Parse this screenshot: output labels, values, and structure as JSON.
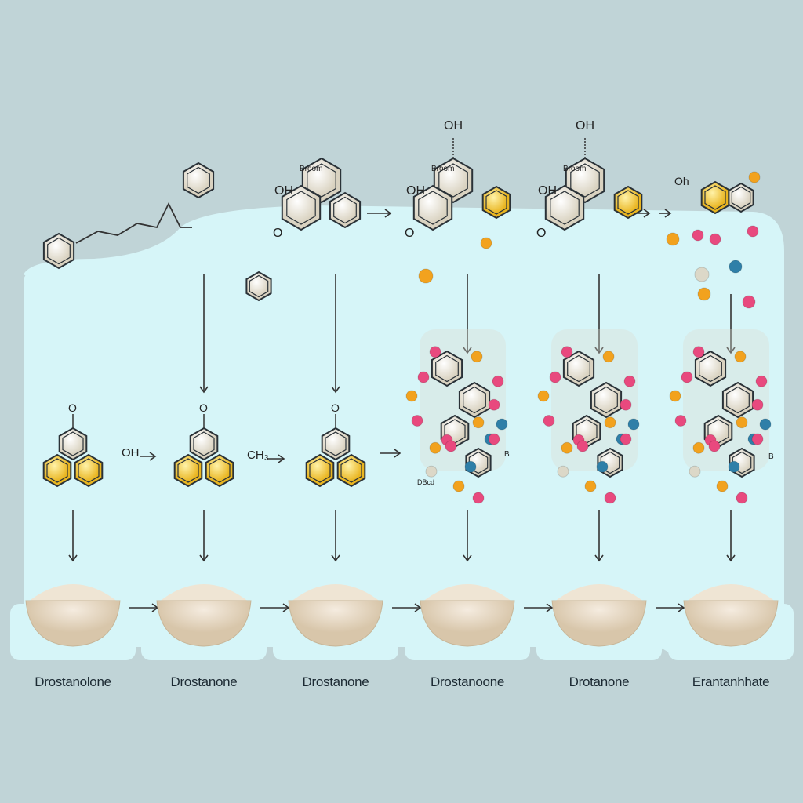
{
  "labels": [
    "Drostanolone",
    "Drostanone",
    "Drostanone",
    "Drostanoone",
    "Drotanone",
    "Erantanhhate"
  ],
  "annotations": {
    "oh": "OH",
    "o": "O",
    "ch3": "CH₃",
    "oh_arrow": "OH",
    "ring_label": "Broom",
    "oh_small": "Oh",
    "b": "B",
    "small_note": "DBcd"
  },
  "colors": {
    "background": "#c0d4d7",
    "panel": "#d6f5f8",
    "yellow_ring": "#f2c53a",
    "orange_atom": "#f2a21e",
    "pink_atom": "#e8497e",
    "blue_atom": "#2f7fa8",
    "powder": "#e8dcc8"
  }
}
